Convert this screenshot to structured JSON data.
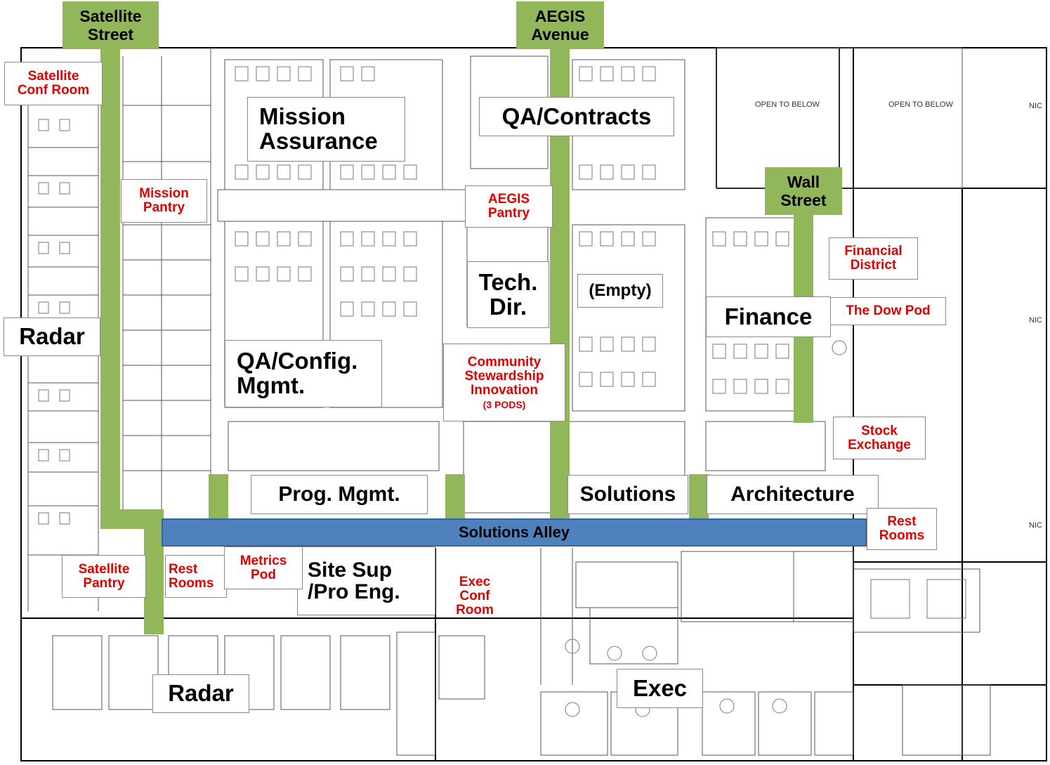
{
  "streets": {
    "satellite_street": "Satellite\nStreet",
    "aegis_avenue": "AEGIS\nAvenue",
    "wall_street": "Wall\nStreet",
    "solutions_alley": "Solutions Alley"
  },
  "areas": {
    "mission_assurance": "Mission\nAssurance",
    "qa_contracts": "QA/Contracts",
    "radar_west": "Radar",
    "radar_south": "Radar",
    "tech_dir": "Tech.\nDir.",
    "empty": "(Empty)",
    "finance": "Finance",
    "qa_config_mgmt": "QA/Config.\nMgmt.",
    "prog_mgmt": "Prog. Mgmt.",
    "solutions": "Solutions",
    "architecture": "Architecture",
    "site_sup_pro_eng": "Site Sup\n/Pro Eng.",
    "exec": "Exec"
  },
  "rooms": {
    "satellite_conf_room": "Satellite\nConf Room",
    "mission_pantry": "Mission\nPantry",
    "aegis_pantry": "AEGIS\nPantry",
    "financial_district": "Financial\nDistrict",
    "the_dow_pod": "The Dow Pod",
    "community_stewardship": "Community\nStewardship\nInnovation",
    "community_pods": "(3 PODS)",
    "stock_exchange": "Stock\nExchange",
    "satellite_pantry": "Satellite\nPantry",
    "rest_rooms_west": "Rest\nRooms",
    "metrics_pod": "Metrics\nPod",
    "exec_conf_room": "Exec\nConf\nRoom",
    "rest_rooms_east": "Rest\nRooms"
  },
  "floorplan_notes": {
    "open_to_below_1": "OPEN TO BELOW",
    "open_to_below_2": "OPEN TO BELOW",
    "nic_1": "NIC",
    "nic_2": "NIC",
    "nic_3": "NIC"
  },
  "colors": {
    "street_green": "#92b75a",
    "alley_blue": "#4f81bd",
    "room_label_red": "#e00000"
  }
}
